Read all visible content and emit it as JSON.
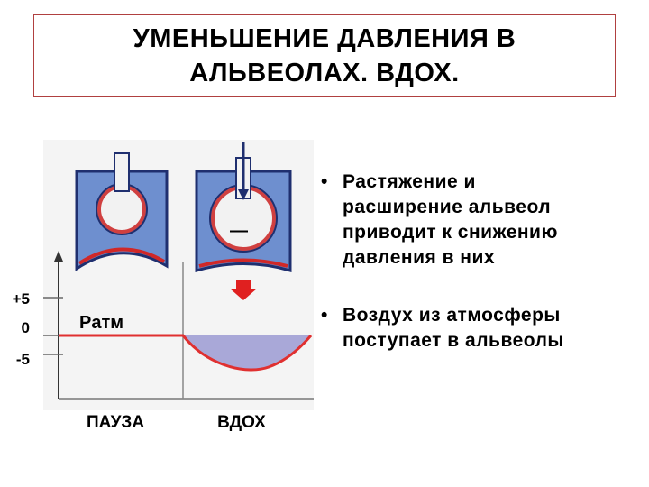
{
  "title": {
    "line1": "УМЕНЬШЕНИЕ ДАВЛЕНИЯ В",
    "line2": "АЛЬВЕОЛАХ.  ВДОХ."
  },
  "figure": {
    "y_tick_plus": "+5",
    "y_tick_zero": "0",
    "y_tick_minus": "-5",
    "curve_label": "Pатм",
    "phase_pause": "ПАУЗА",
    "phase_inhale": "ВДОХ",
    "pressure_sign": "—"
  },
  "bullets": [
    {
      "line1": "Растяжение и",
      "line2": "расширение альвеол",
      "line3": "приводит к снижению",
      "line4": "давления в них"
    },
    {
      "line1": "Воздух из атмосферы",
      "line2": "поступает в альвеолы"
    }
  ],
  "colors": {
    "box_fill": "#6e8fcf",
    "box_stroke": "#1f2f6f",
    "alveolus_fill": "#f2f2f2",
    "curve": "#e03030",
    "area_fill": "#a9a8d8",
    "arrow": "#e02020",
    "title_border": "#b04040"
  }
}
